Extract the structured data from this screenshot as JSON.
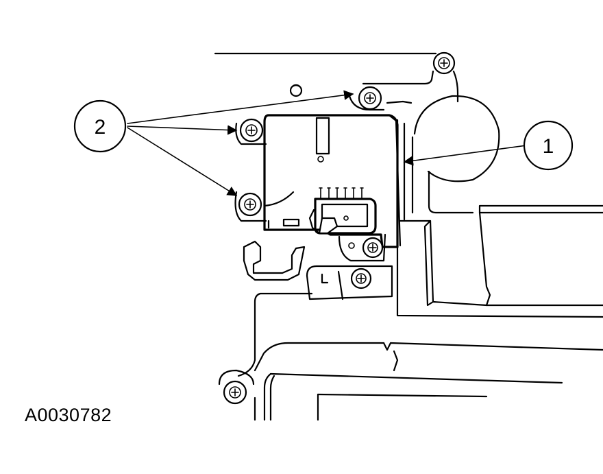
{
  "figure": {
    "id": "A0030782"
  },
  "callouts": [
    {
      "number": "1"
    },
    {
      "number": "2"
    }
  ]
}
